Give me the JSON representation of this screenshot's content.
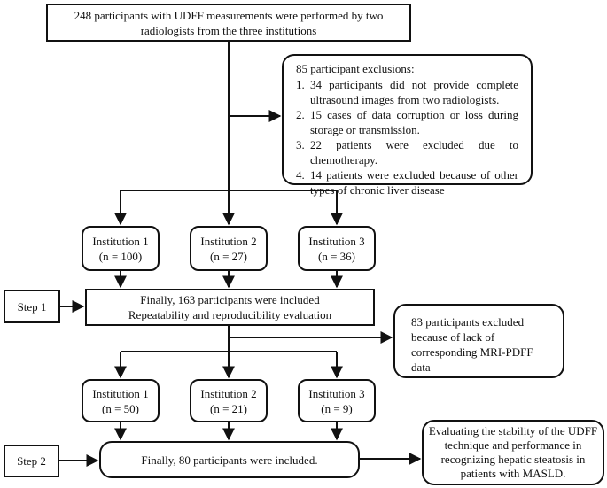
{
  "nodes": {
    "top": {
      "lines": [
        "248 participants with UDFF measurements were performed by two",
        "radiologists from the three institutions"
      ]
    },
    "exclusion1": {
      "title": "85 participant exclusions:",
      "items": [
        {
          "num": "1.",
          "text": "34 participants did not provide complete ultrasound images from two radiologists."
        },
        {
          "num": "2.",
          "text": "15 cases of data corruption or loss during storage or transmission."
        },
        {
          "num": "3.",
          "text": "22 patients were excluded due to chemotherapy."
        },
        {
          "num": "4.",
          "text": "14 patients were excluded because of other types of chronic liver disease"
        }
      ]
    },
    "inst_a": [
      {
        "name": "Institution 1",
        "n": "(n = 100)"
      },
      {
        "name": "Institution 2",
        "n": "(n = 27)"
      },
      {
        "name": "Institution 3",
        "n": "(n = 36)"
      }
    ],
    "step1": {
      "label": "Step 1"
    },
    "included1": {
      "lines": [
        "Finally, 163 participants were included",
        "Repeatability and reproducibility evaluation"
      ]
    },
    "exclusion2": {
      "lines": [
        "83 participants excluded",
        "because of lack of",
        "corresponding MRI-PDFF data"
      ]
    },
    "inst_b": [
      {
        "name": "Institution 1",
        "n": "(n = 50)"
      },
      {
        "name": "Institution 2",
        "n": "(n = 21)"
      },
      {
        "name": "Institution 3",
        "n": "(n = 9)"
      }
    ],
    "step2": {
      "label": "Step 2"
    },
    "included2": {
      "lines": [
        "Finally, 80 participants were included."
      ]
    },
    "evaluation": {
      "lines": [
        "Evaluating the stability of the UDFF",
        "technique and performance in",
        "recognizing hepatic steatosis in",
        "patients with MASLD."
      ]
    }
  }
}
